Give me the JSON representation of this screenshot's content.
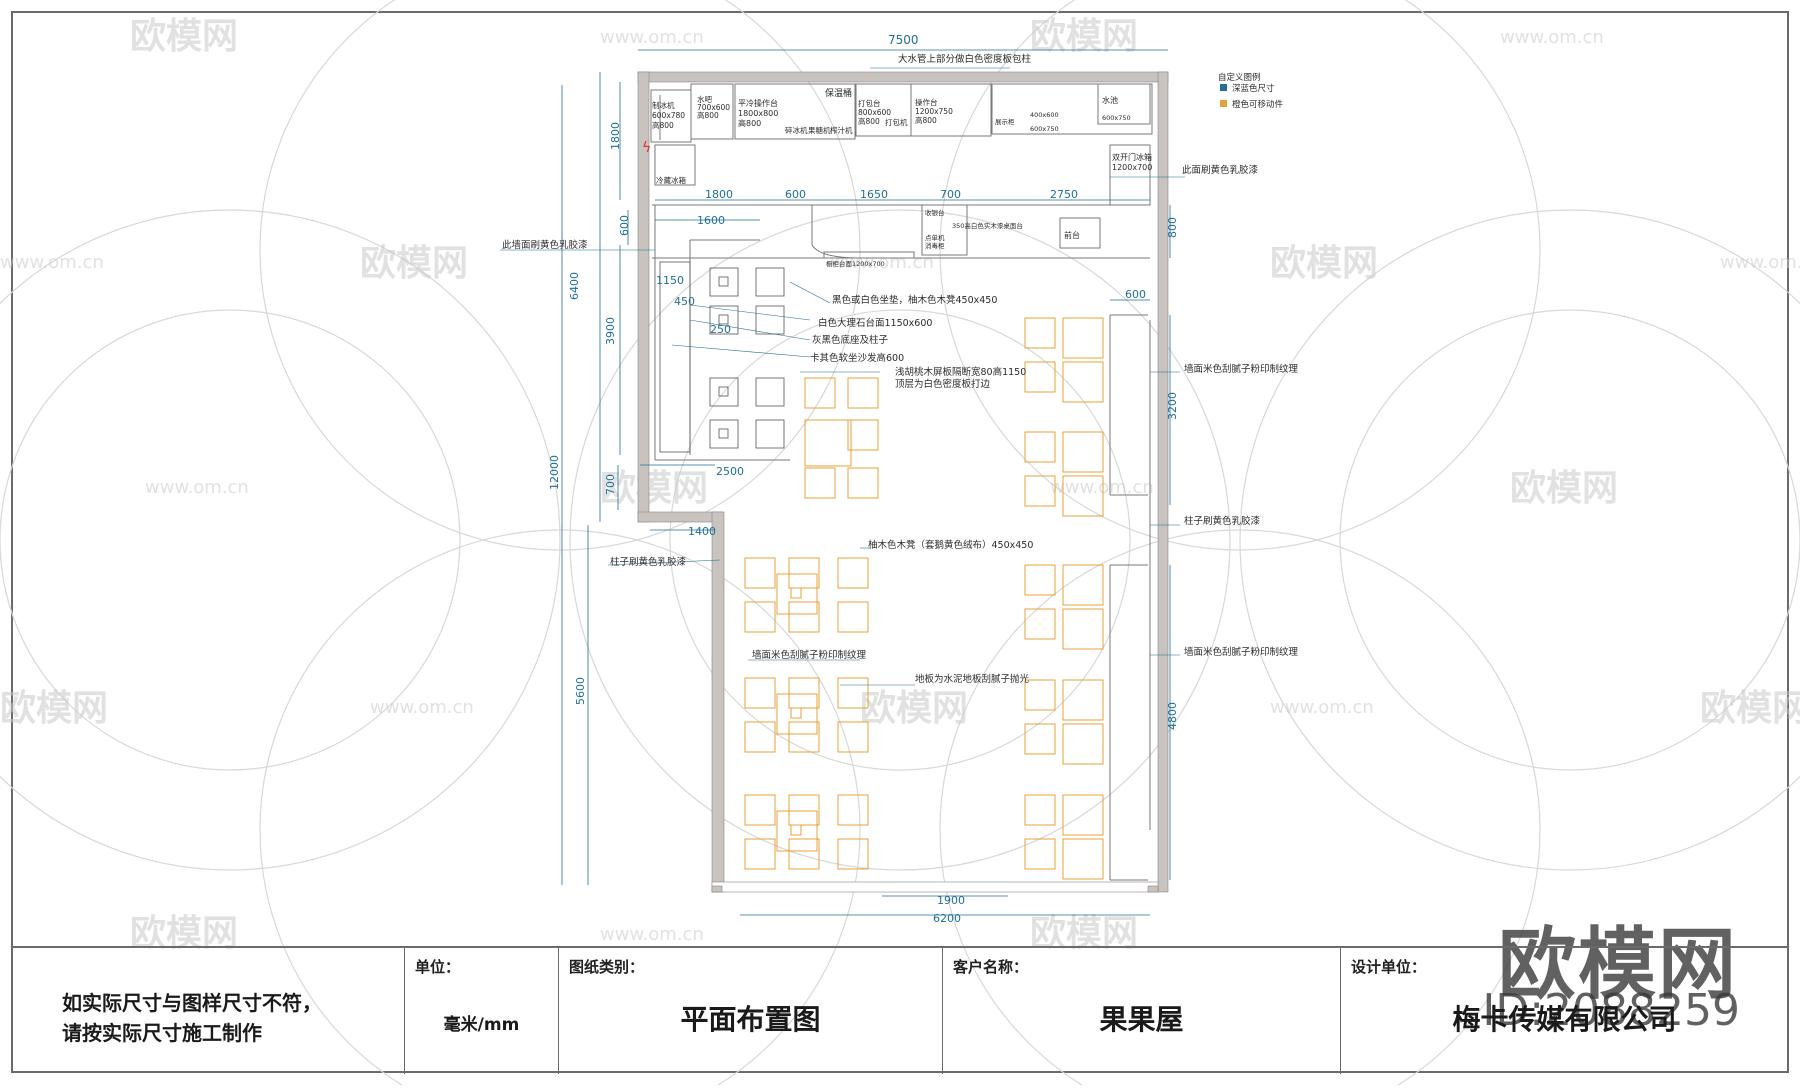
{
  "drawing": {
    "dims": {
      "top_total": "7500",
      "left_total": "6400",
      "left_1800": "1800",
      "left_600": "600",
      "left_3900": "3900",
      "left_700": "700",
      "left_12000": "12000",
      "left_5600": "5600",
      "bottom_total": "6200",
      "bottom_door": "1900",
      "right_800": "800",
      "right_600": "600",
      "right_3200": "3200",
      "right_4800": "4800",
      "row_1800": "1800",
      "row_600": "600",
      "row_1650": "1650",
      "row_700": "700",
      "row_2750": "2750",
      "row_1600": "1600",
      "d_1150": "1150",
      "d_450": "450",
      "d_250": "250",
      "d_2500": "2500",
      "d_1400": "1400"
    },
    "kitchen": {
      "tea_machine": "制冰机",
      "tea_machine_size": "600x780",
      "tea_machine_h": "高800",
      "water": "水吧",
      "water_size": "700x600",
      "water_h": "高800",
      "work_table": "平冷操作台",
      "work_table_size": "1800x800",
      "work_table_h": "高800",
      "sealer": "保温桶",
      "blender1": "碎冰机",
      "blender2": "果糖机",
      "blender3": "榨汁机",
      "pack_table": "打包台",
      "pack_size": "800x600",
      "pack_h": "高800",
      "pack_machine": "打包机",
      "bar_table": "操作台",
      "bar_size": "1200x750",
      "bar_h": "高800",
      "showcase": "展示柜",
      "fridge": "冷藏冰箱",
      "double_door": "双开门冰箱",
      "double_door_size": "1200x700",
      "counter_label": "收银台",
      "front_desk": "前台",
      "sink": "水池",
      "mini1": "收银台",
      "mini2": "点单机",
      "mini3": "消毒柜",
      "size_small1": "600x750",
      "size_small2": "400x600"
    },
    "notes": {
      "top_pillar": "大水管上部分做白色密度板包柱",
      "right_wall_top": "此面刷黄色乳胶漆",
      "left_wall": "此墙面刷黄色乳胶漆",
      "counter_front": "350高白色实木漆桌面台",
      "counter_back": "橱柜台面1200x700",
      "stool_black": "黑色或白色坐垫，柚木色木凳450x450",
      "marble_table": "白色大理石台面1150x600",
      "grey_base": "灰黑色底座及柱子",
      "khaki_sofa": "卡其色软坐沙发高600",
      "wood_partition": "浅胡桃木屏板隔断宽80高1150",
      "partition_top": "顶层为白色密度板打边",
      "wall_texture": "墙面米色刮腻子粉印制纹理",
      "pillar_yellow": "柱子刷黄色乳胶漆",
      "teak_stool": "柚木色木凳（套鹅黄色绒布）450x450",
      "wall_texture2": "墙面米色刮腻子粉印制纹理",
      "floor": "地板为水泥地板刮腻子抛光",
      "pillar_left": "柱子刷黄色乳胶漆",
      "wall_texture_r": "墙面米色刮腻子粉印制纹理",
      "wall_texture_r2": "墙面米色刮腻子粉印制纹理"
    },
    "legend": {
      "title": "自定义图例",
      "item1": "深蓝色尺寸",
      "item2": "橙色可移动件",
      "color1": "#1f6f97",
      "color2": "#e8a03a"
    }
  },
  "watermark": {
    "logo": "欧模网",
    "url": "www.om.cn"
  },
  "titleblock": {
    "note_line1": "如实际尺寸与图样尺寸不符，",
    "note_line2": "请按实际尺寸施工制作",
    "unit_head": "单位：",
    "unit_val": "毫米/mm",
    "type_head": "图纸类别：",
    "type_val": "平面布置图",
    "client_head": "客户名称：",
    "client_val": "果果屋",
    "designer_head": "设计单位：",
    "designer_val": "梅卡传媒有限公司"
  },
  "brand": {
    "logo": "欧模网",
    "id": "ID:2088259"
  }
}
